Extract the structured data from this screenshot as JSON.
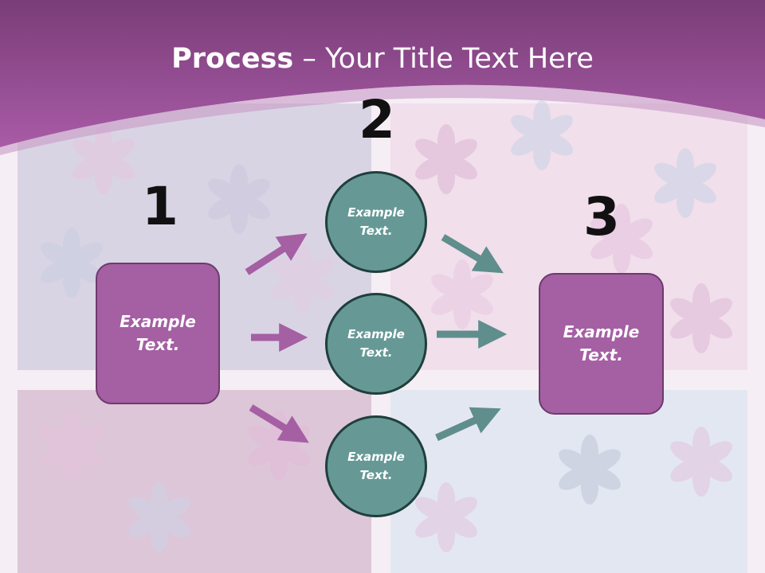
{
  "title": {
    "bold": "Process",
    "rest": " – Your Title Text Here"
  },
  "steps": {
    "n1": "1",
    "n2": "2",
    "n3": "3"
  },
  "left_box": {
    "line1": "Example",
    "line2": "Text."
  },
  "right_box": {
    "line1": "Example",
    "line2": "Text."
  },
  "circles": [
    {
      "line1": "Example",
      "line2": "Text."
    },
    {
      "line1": "Example",
      "line2": "Text."
    },
    {
      "line1": "Example",
      "line2": "Text."
    }
  ],
  "colors": {
    "header": "#9a4f95",
    "box": "#a55fa3",
    "circle": "#669996",
    "arrow_purple": "#a55fa3",
    "arrow_teal": "#5f8e8c"
  }
}
